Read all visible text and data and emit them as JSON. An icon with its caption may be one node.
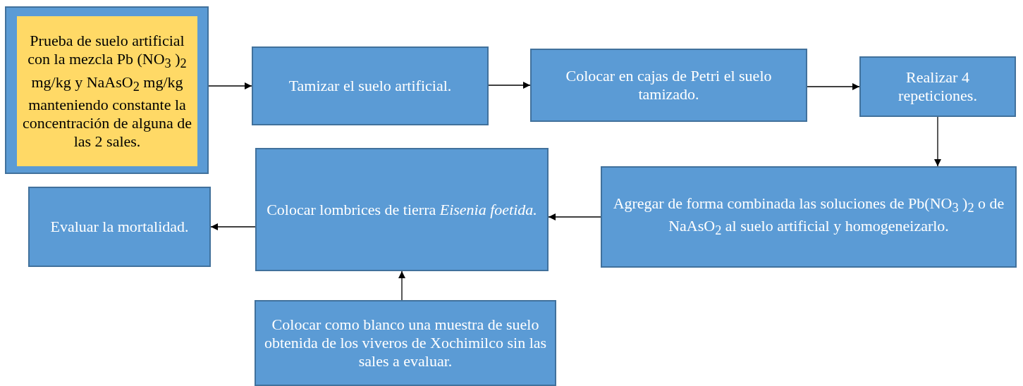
{
  "diagram": {
    "nodes": [
      {
        "text": [],
        "shape": "box"
      },
      {
        "text": [
          "Prueba de suelo artificial con la mezcla Pb (NO$_{3}$ )$_{2}$ mg/kg y NaAsO$_{2}$ mg/kg manteniendo constante la concentración de alguna de las 2 sales."
        ],
        "in": 0
      },
      {
        "text": [
          "Tamizar el suelo artificial."
        ]
      },
      {
        "text": [
          "Colocar en cajas de Petri el suelo tamizado."
        ]
      },
      {
        "text": [
          "Realizar 4 repeticiones."
        ]
      },
      {
        "text": [
          "Agregar de forma combinada las soluciones de Pb(NO$_{3}$ )$_{2}$ o de NaAsO$_{2}$ al suelo artificial y homogeneizarlo."
        ]
      },
      {
        "text": [
          "Colocar lombrices de tierra *Eisenia foetida.*"
        ]
      },
      {
        "text": [
          "Evaluar la mortalidad."
        ]
      },
      {
        "text": [
          "Colocar como blanco una muestra de suelo obtenida de los viveros de Xochimilco sin las sales a evaluar."
        ]
      }
    ],
    "edges": [
      {
        "from": 0,
        "to": 2,
        "arrow": "to"
      },
      {
        "from": 2,
        "to": 3,
        "arrow": "to"
      },
      {
        "from": 3,
        "to": 4,
        "arrow": "to"
      },
      {
        "from": 4,
        "to": 5,
        "arrow": "to"
      },
      {
        "from": 5,
        "to": 6,
        "arrow": "to"
      },
      {
        "from": 6,
        "to": 7,
        "arrow": "to"
      },
      {
        "from": 8,
        "to": 6,
        "arrow": "to"
      }
    ]
  }
}
